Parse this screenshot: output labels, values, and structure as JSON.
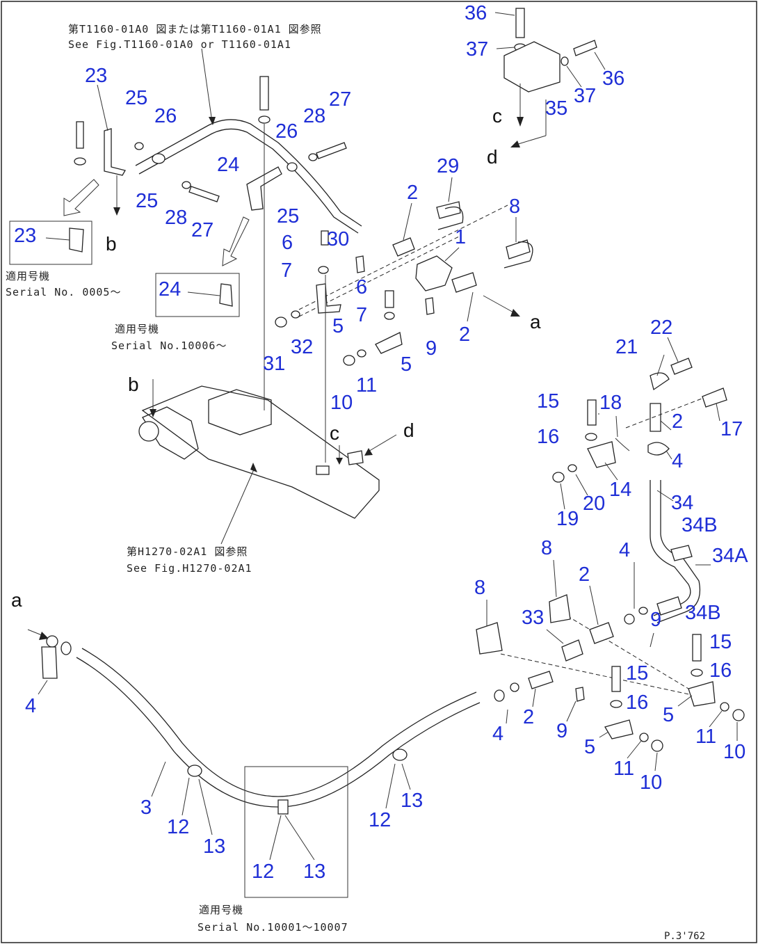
{
  "drawing_code": "P.3'762",
  "notes": {
    "top_ref_jp": "第T1160-01A0 図または第T1160-01A1 図参照",
    "top_ref_en": "See Fig.T1160-01A0 or T1160-01A1",
    "serial_23_jp": "適用号機",
    "serial_23_en": "Serial No. 0005～",
    "serial_24_jp": "適用号機",
    "serial_24_en": "Serial No.10006～",
    "frame_ref_jp": "第H1270-02A1 図参照",
    "frame_ref_en": "See Fig.H1270-02A1",
    "serial_box_jp": "適用号機",
    "serial_box_en": "Serial No.10001～10007"
  },
  "callouts": {
    "c1": "1",
    "c2a": "2",
    "c2b": "2",
    "c2c": "2",
    "c2d": "2",
    "c2e": "2",
    "c3": "3",
    "c4a": "4",
    "c4b": "4",
    "c4c": "4",
    "c4d": "4",
    "c5a": "5",
    "c5b": "5",
    "c5c": "5",
    "c5d": "5",
    "c6a": "6",
    "c6b": "6",
    "c7a": "7",
    "c7b": "7",
    "c8a": "8",
    "c8b": "8",
    "c8c": "8",
    "c9a": "9",
    "c9b": "9",
    "c9c": "9",
    "c10a": "10",
    "c10b": "10",
    "c10c": "10",
    "c11a": "11",
    "c11b": "11",
    "c11c": "11",
    "c12a": "12",
    "c12b": "12",
    "c12c": "12",
    "c13a": "13",
    "c13b": "13",
    "c13c": "13",
    "c14": "14",
    "c15a": "15",
    "c15b": "15",
    "c15c": "15",
    "c16a": "16",
    "c16b": "16",
    "c16c": "16",
    "c17": "17",
    "c18": "18",
    "c19": "19",
    "c20": "20",
    "c21": "21",
    "c22": "22",
    "c23a": "23",
    "c23b": "23",
    "c24a": "24",
    "c24b": "24",
    "c25a": "25",
    "c25b": "25",
    "c25c": "25",
    "c26a": "26",
    "c26b": "26",
    "c27a": "27",
    "c27b": "27",
    "c28a": "28",
    "c28b": "28",
    "c29": "29",
    "c30": "30",
    "c31": "31",
    "c32": "32",
    "c33": "33",
    "c34": "34",
    "c34a": "34A",
    "c34b1": "34B",
    "c34b2": "34B",
    "c35": "35",
    "c36a": "36",
    "c36b": "36",
    "c37a": "37",
    "c37b": "37"
  },
  "view_letters": {
    "a1": "a",
    "a2": "a",
    "b1": "b",
    "b2": "b",
    "c1": "c",
    "c2": "c",
    "d1": "d",
    "d2": "d"
  }
}
